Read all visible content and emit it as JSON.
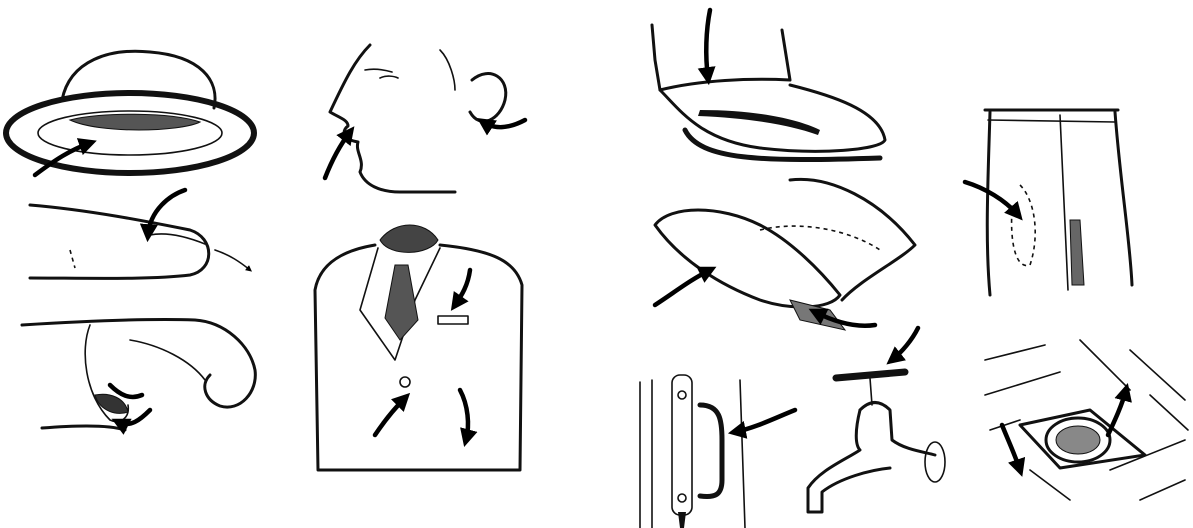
{
  "figure": {
    "panels": [
      {
        "id": "hat",
        "subject": "hat-brim-interior"
      },
      {
        "id": "face",
        "subject": "nose-and-ear"
      },
      {
        "id": "finger",
        "subject": "fingertip"
      },
      {
        "id": "hand",
        "subject": "hand-and-cuff"
      },
      {
        "id": "jacket",
        "subject": "jacket-pocket-button"
      },
      {
        "id": "shoe-top",
        "subject": "trouser-hem-and-shoe"
      },
      {
        "id": "shoe-sole",
        "subject": "shoe-sole-and-heel"
      },
      {
        "id": "trousers",
        "subject": "trouser-pocket"
      },
      {
        "id": "door-handle",
        "subject": "door-handle"
      },
      {
        "id": "tap",
        "subject": "water-tap"
      },
      {
        "id": "drain",
        "subject": "floor-drain"
      }
    ],
    "colors": {
      "ink": "#111111",
      "paper": "#ffffff"
    }
  }
}
